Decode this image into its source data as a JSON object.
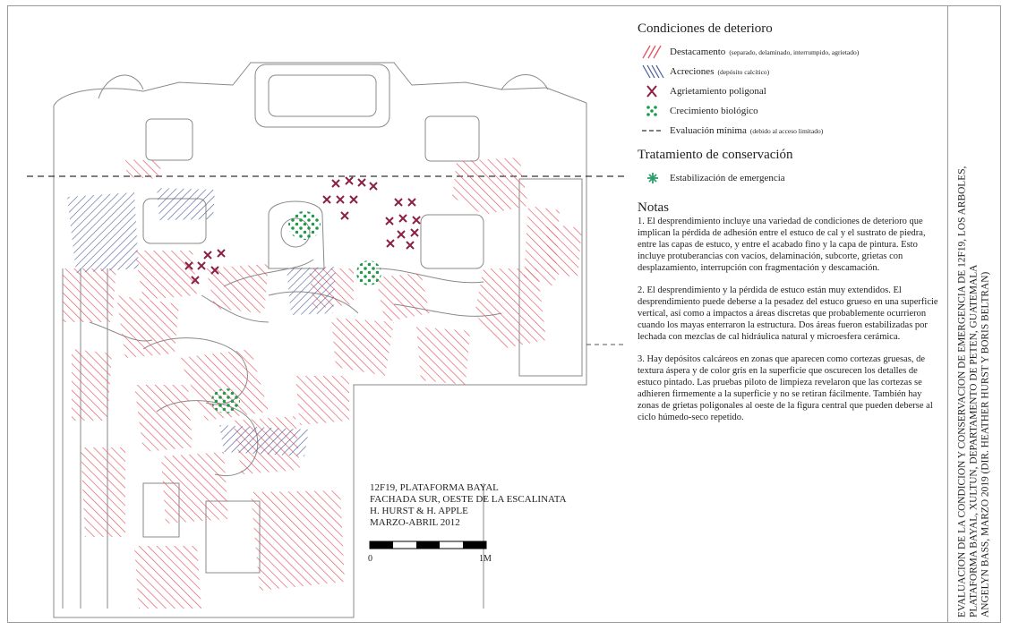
{
  "legend": {
    "deterioration_title": "Condiciones de deterioro",
    "items": [
      {
        "label": "Destacamento",
        "note": "(separado, delaminado, interrumpido, agrietado)",
        "symbol": "red-hatch-icon"
      },
      {
        "label": "Acreciones",
        "note": "(depósito calcítico)",
        "symbol": "blue-hatch-icon"
      },
      {
        "label": "Agrietamiento poligonal",
        "note": "",
        "symbol": "x-mark-icon"
      },
      {
        "label": "Crecimiento biológico",
        "note": "",
        "symbol": "green-dots-icon"
      },
      {
        "label": "Evaluación mínima",
        "note": "(debido al acceso limitado)",
        "symbol": "dashed-line-icon"
      }
    ],
    "treatment_title": "Tratamiento de conservación",
    "treatment_items": [
      {
        "label": "Estabilización de emergencia",
        "symbol": "asterisk-icon"
      }
    ]
  },
  "notes": {
    "title": "Notas",
    "items": [
      "1. El desprendimiento incluye una variedad de condiciones de deterioro que implican la pérdida de adhesión entre el estuco de cal y el sustrato de piedra, entre las capas de estuco, y entre el acabado fino y la capa de pintura. Esto incluye protuberancias con vacíos, delaminación, subcorte, grietas con desplazamiento, interrupción con fragmentación y descamación.",
      "2. El desprendimiento y la pérdida de estuco están muy extendidos. El desprendimiento puede deberse a la pesadez del estuco grueso en una superficie vertical, así como a impactos a áreas discretas que probablemente ocurrieron cuando los mayas enterraron la estructura. Dos áreas fueron estabilizadas por lechada con mezclas de cal hidráulica natural y microesfera cerámica.",
      "3. Hay depósitos calcáreos en zonas que aparecen como cortezas gruesas, de textura áspera y de color gris en la superficie que oscurecen los detalles de estuco pintado. Las pruebas piloto de limpieza revelaron que las cortezas se adhieren firmemente a la superficie y no se retiran fácilmente. También hay zonas de grietas poligonales al oeste de la figura central que pueden deberse al ciclo húmedo-seco repetido."
    ]
  },
  "caption": {
    "lines": [
      "12F19, PLATAFORMA BAYAL",
      "FACHADA SUR, OESTE DE LA ESCALINATA",
      "H. HURST & H. APPLE",
      "MARZO-ABRIL 2012"
    ]
  },
  "scale": {
    "start_label": "0",
    "end_label": "1M"
  },
  "side_title": {
    "lines": [
      "EVALUACION DE LA CONDICION Y CONSERVACION DE EMERGENCIA DE 12F19, LOS ARBOLES,",
      "PLATAFORMA BAYAL, XULTUN, DEPARTAMENTO DE PETEN, GUATEMALA",
      "ANGELYN BASS, MARZO 2019 (DIR. HEATHER HURST Y BORIS BELTRAN)"
    ]
  },
  "colors": {
    "detachment": "#e0555f",
    "accretion": "#4a5a99",
    "cracking": "#8b2046",
    "biological": "#1f9a4a",
    "treatment": "#2aa06a",
    "linework": "#7a7a7a"
  }
}
